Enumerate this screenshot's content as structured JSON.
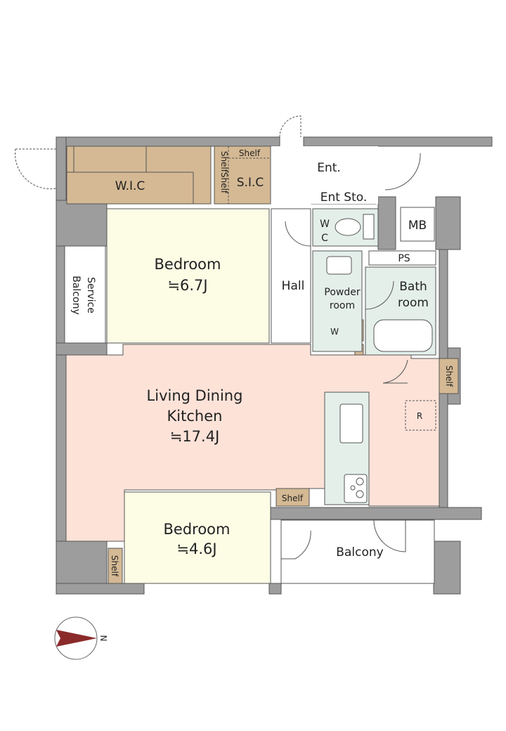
{
  "colors": {
    "wall": "#9d9d9d",
    "storage": "#d4b994",
    "bedroom": "#fdfde6",
    "ldk": "#fde2d8",
    "wet": "#e4efea",
    "compass_arrow": "#8b2a2a"
  },
  "rooms": {
    "wic": "W.I.C",
    "sic": "S.I.C",
    "sic_shelf": "Shelf",
    "sic_side_shelf": "ShelfShelf",
    "entrance": "Ent.",
    "ent_storage": "Ent Sto.",
    "wc_w": "W",
    "wc_c": "C",
    "mb": "MB",
    "ps": "PS",
    "hall": "Hall",
    "bedroom1": {
      "name": "Bedroom",
      "size": "≒6.7J"
    },
    "service_balcony": {
      "line1": "Service",
      "line2": "Balcony"
    },
    "powder": {
      "line1": "Powder",
      "line2": "room"
    },
    "washer": "W",
    "bath": {
      "line1": "Bath",
      "line2": "room"
    },
    "ldk": {
      "line1": "Living Dining",
      "line2": "Kitchen",
      "size": "≒17.4J"
    },
    "shelf_right": "Shelf",
    "fridge": "R",
    "shelf_kitchen": "Shelf",
    "bedroom2": {
      "name": "Bedroom",
      "size": "≒4.6J"
    },
    "shelf_bedroom2": "Shelf",
    "balcony": "Balcony"
  },
  "compass": {
    "label": "N"
  }
}
